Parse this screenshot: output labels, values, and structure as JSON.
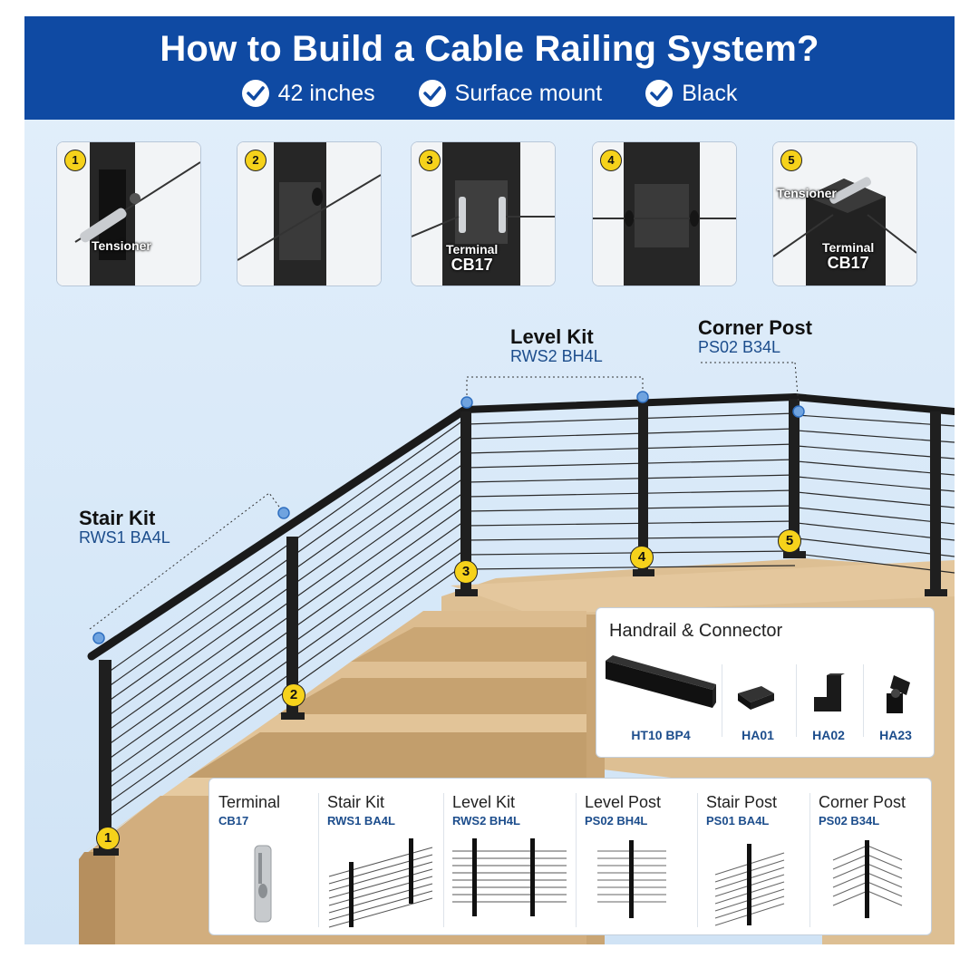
{
  "header": {
    "title": "How to Build a Cable Railing System?",
    "features": [
      "42 inches",
      "Surface mount",
      "Black"
    ]
  },
  "steps": [
    {
      "number": "1",
      "caption": "Tensioner",
      "code": ""
    },
    {
      "number": "2",
      "caption": "",
      "code": ""
    },
    {
      "number": "3",
      "caption": "Terminal",
      "code": "CB17"
    },
    {
      "number": "4",
      "caption": "",
      "code": ""
    },
    {
      "number": "5",
      "caption": "Tensioner",
      "caption2": "Terminal",
      "code": "CB17"
    }
  ],
  "callouts": {
    "stair_kit": {
      "name": "Stair Kit",
      "code": "RWS1 BA4L"
    },
    "level_kit": {
      "name": "Level Kit",
      "code": "RWS2 BH4L"
    },
    "corner_post": {
      "name": "Corner Post",
      "code": "PS02 B34L"
    }
  },
  "post_markers": [
    "1",
    "2",
    "3",
    "4",
    "5"
  ],
  "handrail_connector": {
    "title": "Handrail & Connector",
    "items": [
      "HT10 BP4",
      "HA01",
      "HA02",
      "HA23"
    ]
  },
  "components": [
    {
      "name": "Terminal",
      "code": "CB17"
    },
    {
      "name": "Stair Kit",
      "code": "RWS1 BA4L"
    },
    {
      "name": "Level Kit",
      "code": "RWS2 BH4L"
    },
    {
      "name": "Level Post",
      "code": "PS02 BH4L"
    },
    {
      "name": "Stair Post",
      "code": "PS01 BA4L"
    },
    {
      "name": "Corner Post",
      "code": "PS02 B34L"
    }
  ],
  "colors": {
    "header_blue": "#0f4aa3",
    "code_blue": "#1c4d8c",
    "marker_yellow": "#f6d21b",
    "rail_black": "#1a1a1a",
    "deck_wood": "#d9b98c"
  }
}
